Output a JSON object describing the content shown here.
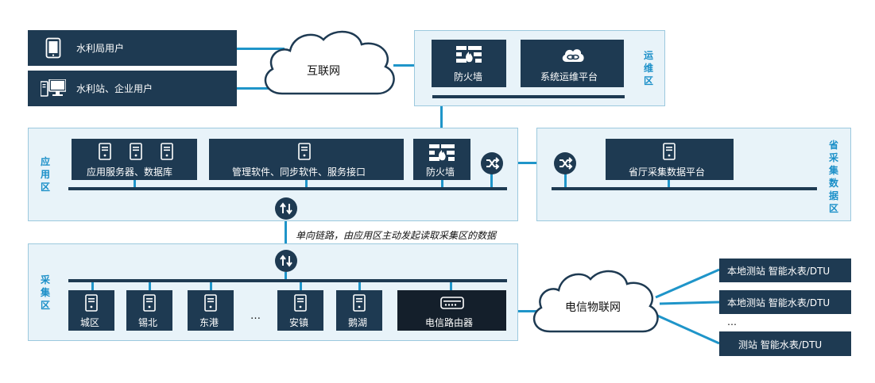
{
  "users": {
    "bureau_user": "水利局用户",
    "station_user": "水利站、企业用户"
  },
  "internet_label": "互联网",
  "ops_zone": {
    "label": "运维区",
    "firewall": "防火墙",
    "platform": "系统运维平台"
  },
  "app_zone": {
    "label": "应用区",
    "servers": "应用服务器、数据库",
    "software": "管理软件、同步软件、服务接口",
    "firewall": "防火墙"
  },
  "provincial_zone": {
    "label": "省采集数据区",
    "platform": "省厅采集数据平台"
  },
  "link_caption": "单向链路，由应用区主动发起读取采集区的数据",
  "collection_zone": {
    "label": "采集区",
    "nodes": [
      "城区",
      "锡北",
      "东港",
      "安镇",
      "鹅湖"
    ],
    "ellipsis": "…",
    "router": "电信路由器"
  },
  "iot_label": "电信物联网",
  "stations": {
    "s1": "本地测站 智能水表/DTU",
    "s2": "本地测站 智能水表/DTU",
    "ellipsis": "…",
    "s3": "测站 智能水表/DTU"
  },
  "colors": {
    "dark_box": "#1e3a52",
    "zone_bg": "#e8f3f9",
    "accent_line": "#1f95c9",
    "zone_label": "#1a8fc8"
  },
  "icons": [
    "tablet-icon",
    "desktop-icon",
    "firewall-icon",
    "cloud-link-icon",
    "server-icon",
    "shuffle-icon",
    "sync-icon",
    "router-icon"
  ]
}
